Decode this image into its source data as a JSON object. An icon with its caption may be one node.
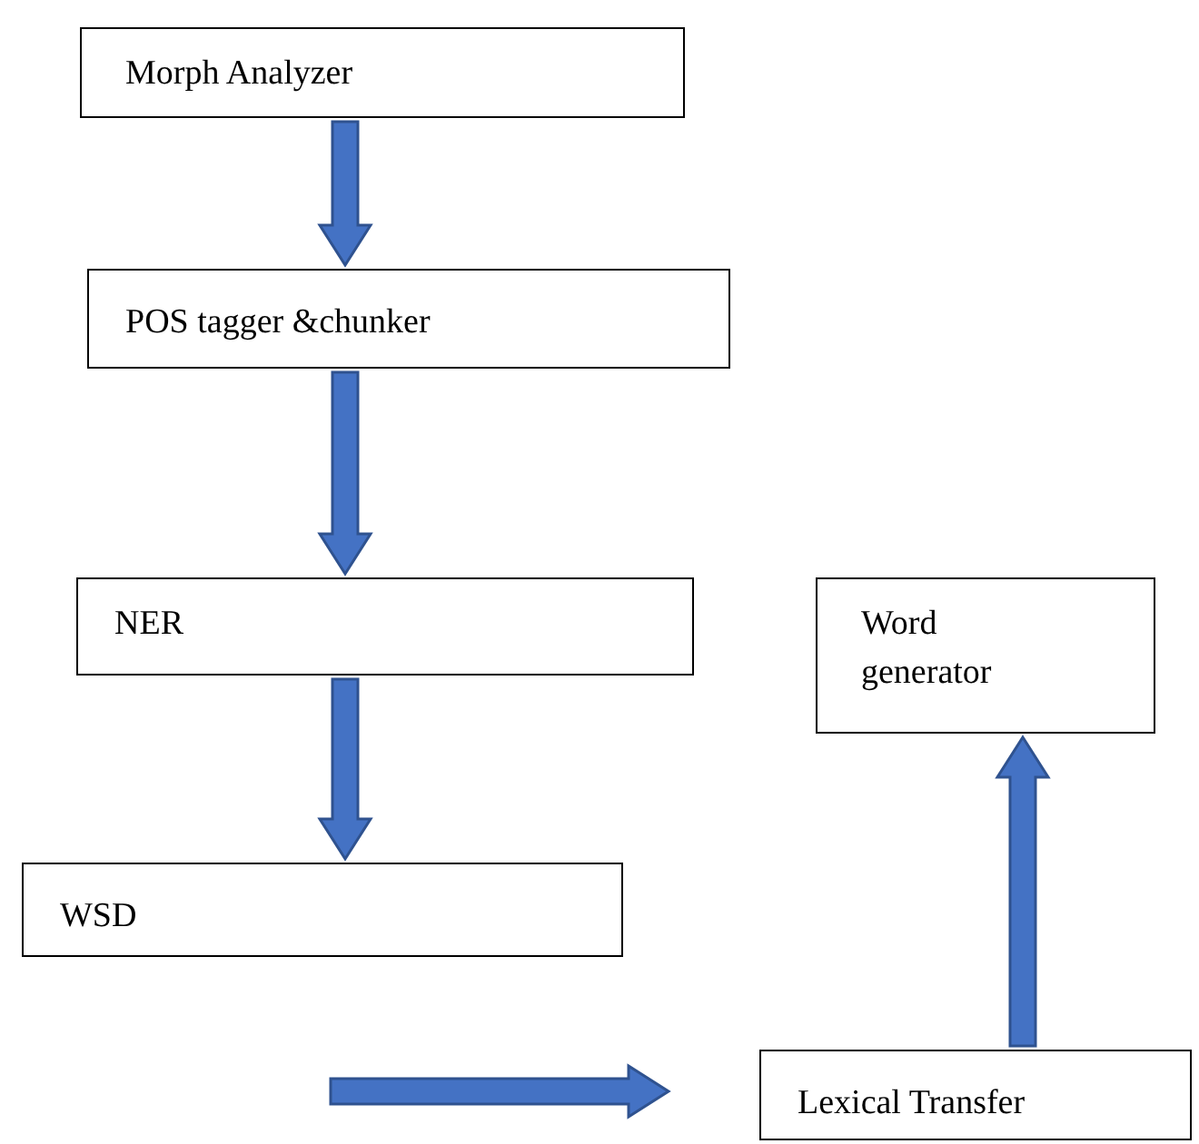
{
  "diagram": {
    "nodes": [
      {
        "text": [
          "Morph Analyzer"
        ]
      },
      {
        "text": [
          "POS tagger &chunker"
        ]
      },
      {
        "text": [
          "NER"
        ]
      },
      {
        "text": [
          "WSD"
        ]
      },
      {
        "text": [
          "Lexical Transfer"
        ]
      },
      {
        "text": [
          "Word generator"
        ]
      }
    ],
    "edges": [
      {
        "from": 0,
        "to": 1,
        "arrow": "to"
      },
      {
        "from": 1,
        "to": 2,
        "arrow": "to"
      },
      {
        "from": 2,
        "to": 3,
        "arrow": "to"
      },
      {
        "from": 3,
        "to": 4,
        "arrow": "to"
      },
      {
        "from": 4,
        "to": 5,
        "arrow": "to"
      }
    ]
  }
}
